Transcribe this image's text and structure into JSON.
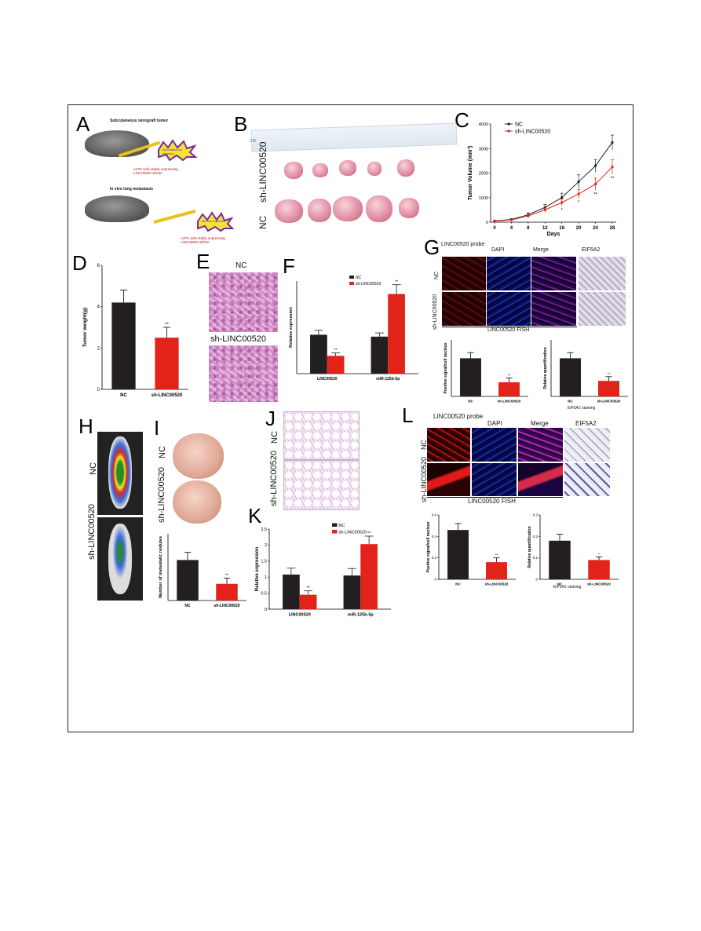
{
  "panels": {
    "A": {
      "label": "A",
      "title1": "Subcutaneous xenograft tumor",
      "inject1": "subcutaneous injection",
      "cells1": "A375 cells stably expressing LINC00520 siRNA",
      "title2": "In vivo lung metastasis",
      "inject2": "tail vein injection",
      "cells2": "A375 cells stably expressing LINC00520 siRNA"
    },
    "B": {
      "label": "B",
      "row1": "sh-LINC00520",
      "row2": "NC",
      "ruler": "CM"
    },
    "C": {
      "label": "C"
    },
    "D": {
      "label": "D"
    },
    "E": {
      "label": "E",
      "top": "NC",
      "bottom": "sh-LINC00520"
    },
    "F": {
      "label": "F"
    },
    "G": {
      "label": "G",
      "col1": "LINC00520 probe",
      "col2": "DAPI",
      "col3": "Merge",
      "col4": "EIF5A2",
      "row1": "NC",
      "row2": "sh-LINC00520",
      "fish": "LINC00520 FISH",
      "staining": "EIF5A2 staining"
    },
    "H": {
      "label": "H",
      "row1": "NC",
      "row2": "sh-LINC00520"
    },
    "I": {
      "label": "I",
      "row1": "NC",
      "row2": "sh-LINC00520"
    },
    "J": {
      "label": "J",
      "row1": "NC",
      "row2": "sh-LINC00520"
    },
    "K": {
      "label": "K"
    },
    "L": {
      "label": "L",
      "col1": "LINC00520 probe",
      "col2": "DAPI",
      "col3": "Merge",
      "col4": "EIF5A2",
      "row1": "NC",
      "row2": "sh-LINC00520",
      "fish": "LINC00520 FISH",
      "staining": "EIF5A2 staining"
    }
  },
  "colors": {
    "nc": "#231f20",
    "sh": "#e2231a"
  },
  "chart_data": [
    {
      "id": "C",
      "type": "line",
      "xlabel": "Days",
      "ylabel": "Tumor Volume (mm³)",
      "x": [
        0,
        4,
        8,
        12,
        16,
        20,
        24,
        28
      ],
      "ylim": [
        0,
        4000
      ],
      "yticks": [
        0,
        1000,
        2000,
        3000,
        4000
      ],
      "series": [
        {
          "name": "NC",
          "values": [
            50,
            110,
            300,
            600,
            1000,
            1650,
            2300,
            3250
          ],
          "err": [
            20,
            30,
            80,
            120,
            180,
            280,
            250,
            300
          ]
        },
        {
          "name": "sh-LINC00520",
          "values": [
            40,
            90,
            250,
            500,
            800,
            1150,
            1550,
            2250
          ],
          "err": [
            15,
            25,
            60,
            100,
            150,
            180,
            250,
            300
          ],
          "sig": [
            "",
            "",
            "",
            "",
            "*",
            "*",
            "**",
            "**"
          ]
        }
      ]
    },
    {
      "id": "D",
      "type": "bar",
      "ylabel": "Tumor weight(g)",
      "categories": [
        "NC",
        "sh-LINC00520"
      ],
      "values": [
        4.2,
        2.5
      ],
      "err": [
        0.6,
        0.5
      ],
      "sig": [
        "",
        "**"
      ],
      "ylim": [
        0,
        6
      ],
      "yticks": [
        0,
        2,
        4,
        6
      ]
    },
    {
      "id": "F",
      "type": "bar",
      "ylabel": "Relative expression",
      "categories": [
        "LINC00520",
        "miR-125b-5p"
      ],
      "ylim": [
        0,
        2.5
      ],
      "series": [
        {
          "name": "NC",
          "values": [
            1.05,
            1.0
          ],
          "err": [
            0.12,
            0.1
          ]
        },
        {
          "name": "sh-LINC00520",
          "values": [
            0.48,
            2.15
          ],
          "err": [
            0.08,
            0.25
          ],
          "sig": [
            "**",
            "**"
          ]
        }
      ]
    },
    {
      "id": "G1",
      "type": "bar",
      "ylabel": "Positive signal/cell nucleus",
      "categories": [
        "NC",
        "sh-LINC00520"
      ],
      "values": [
        0.54,
        0.2
      ],
      "err": [
        0.08,
        0.06
      ],
      "sig": [
        "",
        "**"
      ],
      "ylim": [
        0,
        0.8
      ]
    },
    {
      "id": "G2",
      "type": "bar",
      "ylabel": "Relative quantification",
      "categories": [
        "NC",
        "sh-LINC00520"
      ],
      "values": [
        0.54,
        0.22
      ],
      "err": [
        0.08,
        0.06
      ],
      "sig": [
        "",
        "**"
      ],
      "ylim": [
        0,
        0.8
      ]
    },
    {
      "id": "I",
      "type": "bar",
      "ylabel": "Number of metastatic nodules",
      "categories": [
        "NC",
        "sh-LINC00520"
      ],
      "values": [
        8.5,
        3.5
      ],
      "err": [
        1.6,
        1.2
      ],
      "sig": [
        "",
        "**"
      ],
      "ylim": [
        0,
        14
      ]
    },
    {
      "id": "K",
      "type": "bar",
      "ylabel": "Relative expression",
      "categories": [
        "LINC00520",
        "miR-125b-5p"
      ],
      "ylim": [
        0,
        2.5
      ],
      "yticks": [
        0,
        0.5,
        1.0,
        1.5,
        2.0,
        2.5
      ],
      "series": [
        {
          "name": "NC",
          "values": [
            1.08,
            1.05
          ],
          "err": [
            0.2,
            0.22
          ]
        },
        {
          "name": "sh-LINC00520",
          "values": [
            0.45,
            2.03
          ],
          "err": [
            0.12,
            0.25
          ],
          "sig": [
            "**",
            "**"
          ]
        }
      ]
    },
    {
      "id": "L1",
      "type": "bar",
      "ylabel": "Positive signal/cell nucleus",
      "categories": [
        "NC",
        "sh-LINC00520"
      ],
      "values": [
        0.46,
        0.16
      ],
      "err": [
        0.06,
        0.04
      ],
      "sig": [
        "",
        "**"
      ],
      "ylim": [
        0,
        0.6
      ],
      "yticks": [
        0,
        0.2,
        0.4,
        0.6
      ]
    },
    {
      "id": "L2",
      "type": "bar",
      "ylabel": "Relative quantification",
      "categories": [
        "NC",
        "sh-LINC00520"
      ],
      "values": [
        0.18,
        0.09
      ],
      "err": [
        0.03,
        0.015
      ],
      "sig": [
        "",
        "*"
      ],
      "ylim": [
        0,
        0.3
      ],
      "yticks": [
        0,
        0.1,
        0.2,
        0.3
      ]
    }
  ]
}
